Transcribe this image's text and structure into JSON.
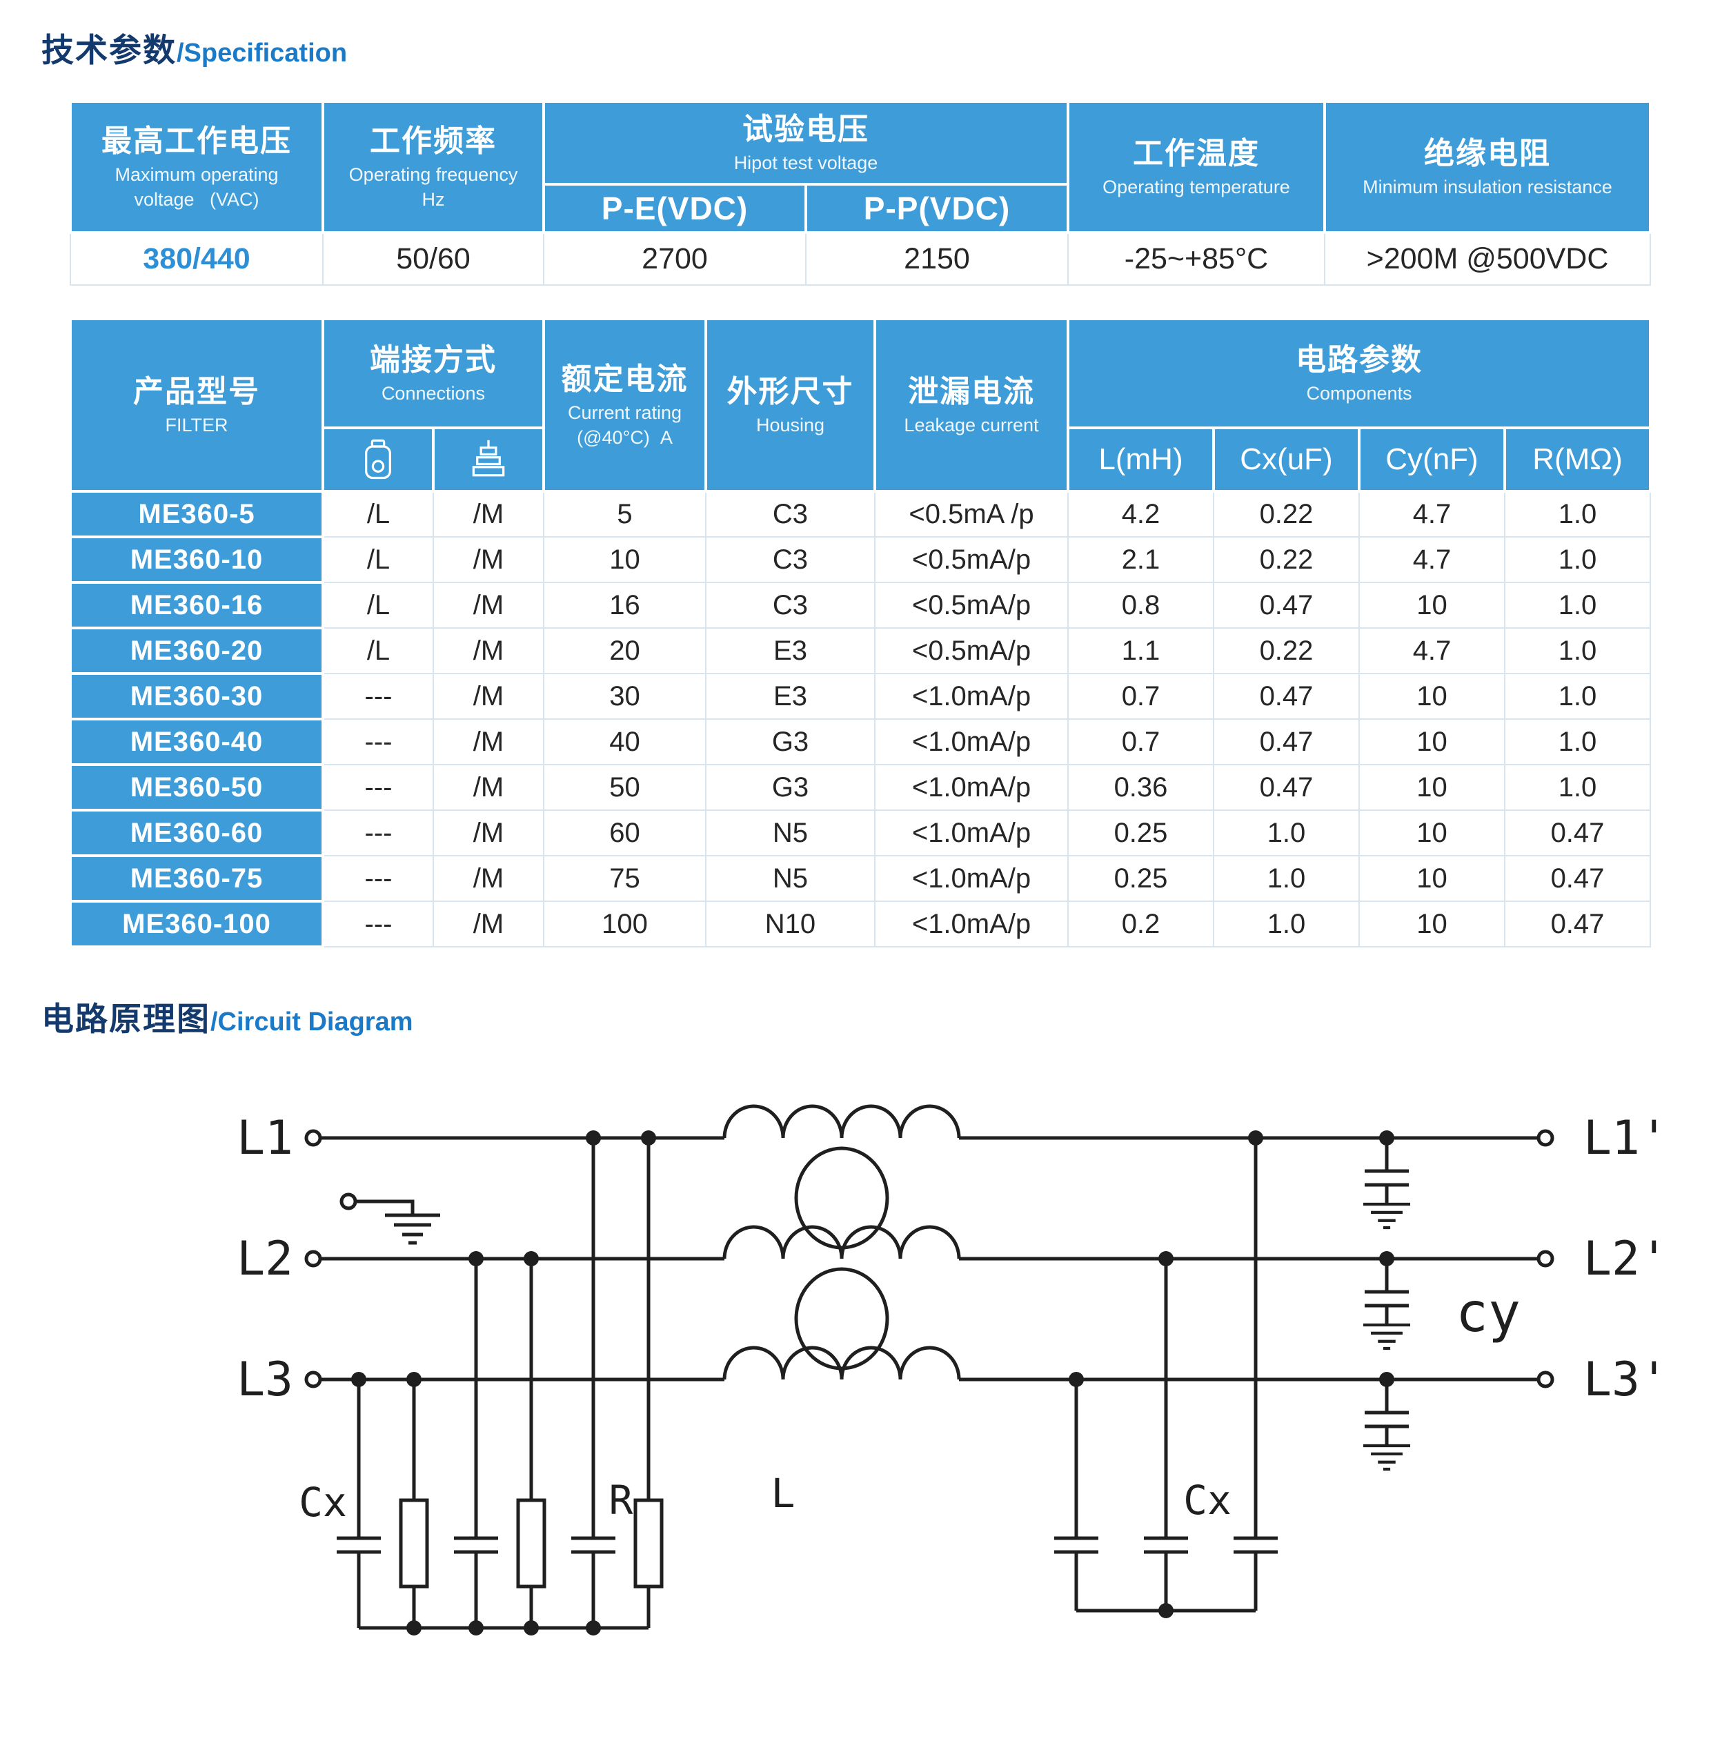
{
  "titles": {
    "spec_zh": "技术参数",
    "spec_en": "/Specification",
    "circuit_zh": "电路原理图",
    "circuit_en": "/Circuit Diagram"
  },
  "spec_table": {
    "col_max_voltage": {
      "zh": "最高工作电压",
      "en": "Maximum operating\nvoltage   (VAC)"
    },
    "col_frequency": {
      "zh": "工作频率",
      "en": "Operating frequency\nHz"
    },
    "col_hipot": {
      "zh": "试验电压",
      "en": "Hipot test voltage",
      "sub_pe": "P-E(VDC)",
      "sub_pp": "P-P(VDC)"
    },
    "col_temp": {
      "zh": "工作温度",
      "en": "Operating temperature"
    },
    "col_insulation": {
      "zh": "绝缘电阻",
      "en": "Minimum insulation resistance"
    },
    "values": {
      "max_voltage": "380/440",
      "frequency": "50/60",
      "pe": "2700",
      "pp": "2150",
      "temp": "-25~+85°C",
      "insulation": ">200M @500VDC"
    }
  },
  "product_table": {
    "col_model": {
      "zh": "产品型号",
      "en": "FILTER"
    },
    "col_connections": {
      "zh": "端接方式",
      "en": "Connections"
    },
    "col_current": {
      "zh": "额定电流",
      "en": "Current rating\n(@40°C)  A"
    },
    "col_housing": {
      "zh": "外形尺寸",
      "en": "Housing"
    },
    "col_leakage": {
      "zh": "泄漏电流",
      "en": "Leakage current"
    },
    "col_components": {
      "zh": "电路参数",
      "en": "Components"
    },
    "component_cols": [
      "L(mH)",
      "Cx(uF)",
      "Cy(nF)",
      "R(MΩ)"
    ],
    "rows": [
      [
        "ME360-5",
        "/L",
        "/M",
        "5",
        "C3",
        "<0.5mA /p",
        "4.2",
        "0.22",
        "4.7",
        "1.0"
      ],
      [
        "ME360-10",
        "/L",
        "/M",
        "10",
        "C3",
        "<0.5mA/p",
        "2.1",
        "0.22",
        "4.7",
        "1.0"
      ],
      [
        "ME360-16",
        "/L",
        "/M",
        "16",
        "C3",
        "<0.5mA/p",
        "0.8",
        "0.47",
        "10",
        "1.0"
      ],
      [
        "ME360-20",
        "/L",
        "/M",
        "20",
        "E3",
        "<0.5mA/p",
        "1.1",
        "0.22",
        "4.7",
        "1.0"
      ],
      [
        "ME360-30",
        "---",
        "/M",
        "30",
        "E3",
        "<1.0mA/p",
        "0.7",
        "0.47",
        "10",
        "1.0"
      ],
      [
        "ME360-40",
        "---",
        "/M",
        "40",
        "G3",
        "<1.0mA/p",
        "0.7",
        "0.47",
        "10",
        "1.0"
      ],
      [
        "ME360-50",
        "---",
        "/M",
        "50",
        "G3",
        "<1.0mA/p",
        "0.36",
        "0.47",
        "10",
        "1.0"
      ],
      [
        "ME360-60",
        "---",
        "/M",
        "60",
        "N5",
        "<1.0mA/p",
        "0.25",
        "1.0",
        "10",
        "0.47"
      ],
      [
        "ME360-75",
        "---",
        "/M",
        "75",
        "N5",
        "<1.0mA/p",
        "0.25",
        "1.0",
        "10",
        "0.47"
      ],
      [
        "ME360-100",
        "---",
        "/M",
        "100",
        "N10",
        "<1.0mA/p",
        "0.2",
        "1.0",
        "10",
        "0.47"
      ]
    ]
  },
  "circuit": {
    "labels": {
      "l1_in": "L1",
      "l2_in": "L2",
      "l3_in": "L3",
      "l1_out": "L1'",
      "l2_out": "L2'",
      "l3_out": "L3'",
      "cx_left": "Cx",
      "r": "R",
      "l": "L",
      "cx_right": "Cx",
      "cy": "cy"
    }
  },
  "colors": {
    "header_blue": "#3E9CD9",
    "title_navy": "#14396D",
    "title_blue": "#1A7AC8",
    "value_blue": "#2D8FD5"
  }
}
